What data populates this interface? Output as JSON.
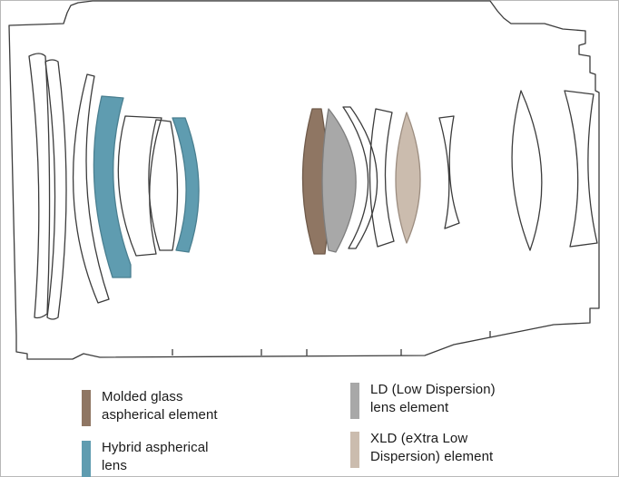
{
  "colors": {
    "molded": "#8f7663",
    "hybrid": "#5f9cb0",
    "ld": "#a8a8a8",
    "xld": "#cbbcae",
    "outline": "#3c3c3c"
  },
  "legend": {
    "items": [
      {
        "id": "molded",
        "line1": "Molded glass",
        "line2": "aspherical element",
        "color": "#8f7663"
      },
      {
        "id": "hybrid",
        "line1": "Hybrid aspherical",
        "line2": "lens",
        "color": "#5f9cb0"
      },
      {
        "id": "ld",
        "line1": "LD (Low Dispersion)",
        "line2": "lens element",
        "color": "#a8a8a8"
      },
      {
        "id": "xld",
        "line1": "XLD (eXtra Low",
        "line2": "Dispersion) element",
        "color": "#cbbcae"
      }
    ]
  }
}
